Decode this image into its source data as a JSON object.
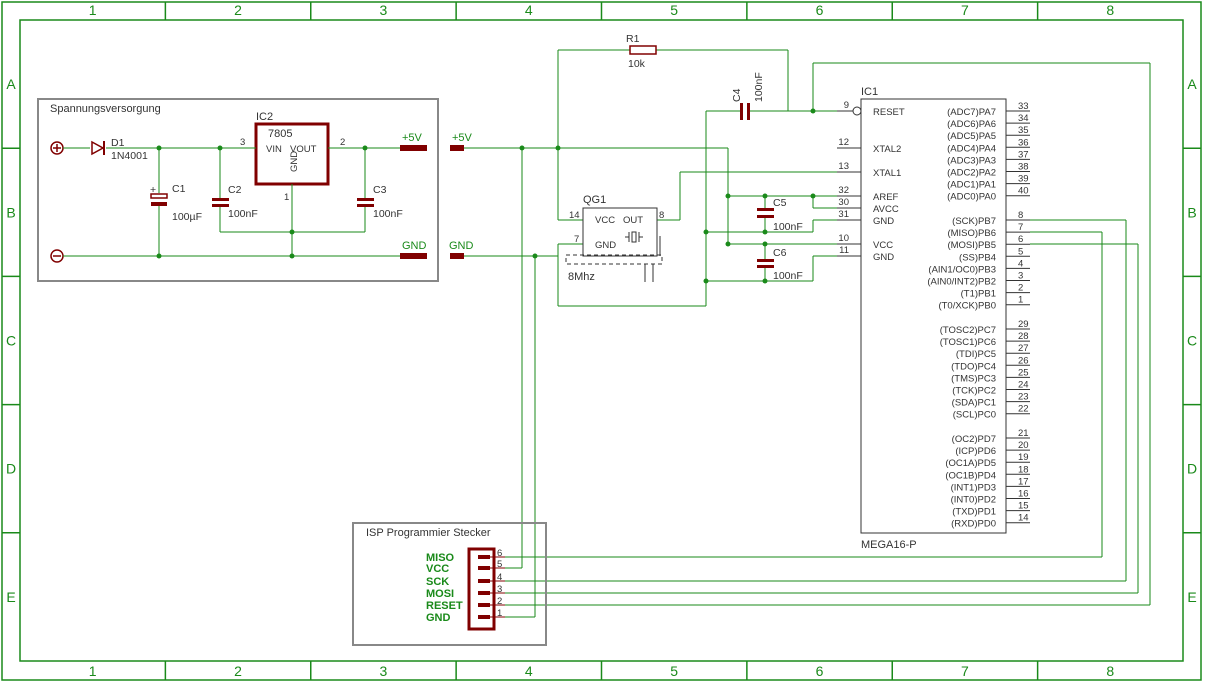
{
  "frame": {
    "columns": [
      "1",
      "2",
      "3",
      "4",
      "5",
      "6",
      "7",
      "8"
    ],
    "rows": [
      "A",
      "B",
      "C",
      "D",
      "E"
    ]
  },
  "power_box": {
    "title": "Spannungsversorgung"
  },
  "isp_box": {
    "title": "ISP Programmier Stecker",
    "signals": [
      "MISO",
      "VCC",
      "SCK",
      "MOSI",
      "RESET",
      "GND"
    ],
    "pins": [
      "6",
      "5",
      "4",
      "3",
      "2",
      "1"
    ]
  },
  "nets": {
    "vcc": "+5V",
    "gnd": "GND"
  },
  "parts": {
    "d1": {
      "name": "D1",
      "value": "1N4001"
    },
    "c1": {
      "name": "C1",
      "value": "100µF"
    },
    "c2": {
      "name": "C2",
      "value": "100nF"
    },
    "c3": {
      "name": "C3",
      "value": "100nF"
    },
    "c4": {
      "name": "C4",
      "value": "100nF"
    },
    "c5": {
      "name": "C5",
      "value": "100nF"
    },
    "c6": {
      "name": "C6",
      "value": "100nF"
    },
    "r1": {
      "name": "R1",
      "value": "10k"
    },
    "ic2": {
      "name": "IC2",
      "value": "7805",
      "vin": "VIN",
      "vout": "VOUT",
      "gnd": "GND",
      "pin_in": "3",
      "pin_out": "2",
      "pin_gnd": "1"
    },
    "qg1": {
      "name": "QG1",
      "value": "8Mhz",
      "vcc": "VCC",
      "out": "OUT",
      "gnd": "GND",
      "pin_vcc": "14",
      "pin_out": "8",
      "pin_gnd": "7"
    },
    "ic1": {
      "name": "IC1",
      "value": "MEGA16-P"
    }
  },
  "ic1_left": [
    {
      "label": "RESET",
      "pin": "9"
    },
    {
      "label": "XTAL2",
      "pin": "12"
    },
    {
      "label": "XTAL1",
      "pin": "13"
    },
    {
      "label": "AREF",
      "pin": "32"
    },
    {
      "label": "AVCC",
      "pin": "30"
    },
    {
      "label": "GND",
      "pin": "31"
    },
    {
      "label": "VCC",
      "pin": "10"
    },
    {
      "label": "GND",
      "pin": "11"
    }
  ],
  "ic1_right": [
    {
      "label": "(ADC7)PA7",
      "pin": "33"
    },
    {
      "label": "(ADC6)PA6",
      "pin": "34"
    },
    {
      "label": "(ADC5)PA5",
      "pin": "35"
    },
    {
      "label": "(ADC4)PA4",
      "pin": "36"
    },
    {
      "label": "(ADC3)PA3",
      "pin": "37"
    },
    {
      "label": "(ADC2)PA2",
      "pin": "38"
    },
    {
      "label": "(ADC1)PA1",
      "pin": "39"
    },
    {
      "label": "(ADC0)PA0",
      "pin": "40"
    },
    {
      "label": "(SCK)PB7",
      "pin": "8"
    },
    {
      "label": "(MISO)PB6",
      "pin": "7"
    },
    {
      "label": "(MOSI)PB5",
      "pin": "6"
    },
    {
      "label": "(SS)PB4",
      "pin": "5"
    },
    {
      "label": "(AIN1/OC0)PB3",
      "pin": "4"
    },
    {
      "label": "(AIN0/INT2)PB2",
      "pin": "3"
    },
    {
      "label": "(T1)PB1",
      "pin": "2"
    },
    {
      "label": "(T0/XCK)PB0",
      "pin": "1"
    },
    {
      "label": "(TOSC2)PC7",
      "pin": "29"
    },
    {
      "label": "(TOSC1)PC6",
      "pin": "28"
    },
    {
      "label": "(TDI)PC5",
      "pin": "27"
    },
    {
      "label": "(TDO)PC4",
      "pin": "26"
    },
    {
      "label": "(TMS)PC3",
      "pin": "25"
    },
    {
      "label": "(TCK)PC2",
      "pin": "24"
    },
    {
      "label": "(SDA)PC1",
      "pin": "23"
    },
    {
      "label": "(SCL)PC0",
      "pin": "22"
    },
    {
      "label": "(OC2)PD7",
      "pin": "21"
    },
    {
      "label": "(ICP)PD6",
      "pin": "20"
    },
    {
      "label": "(OC1A)PD5",
      "pin": "19"
    },
    {
      "label": "(OC1B)PD4",
      "pin": "18"
    },
    {
      "label": "(INT1)PD3",
      "pin": "17"
    },
    {
      "label": "(INT0)PD2",
      "pin": "16"
    },
    {
      "label": "(TXD)PD1",
      "pin": "15"
    },
    {
      "label": "(RXD)PD0",
      "pin": "14"
    }
  ]
}
